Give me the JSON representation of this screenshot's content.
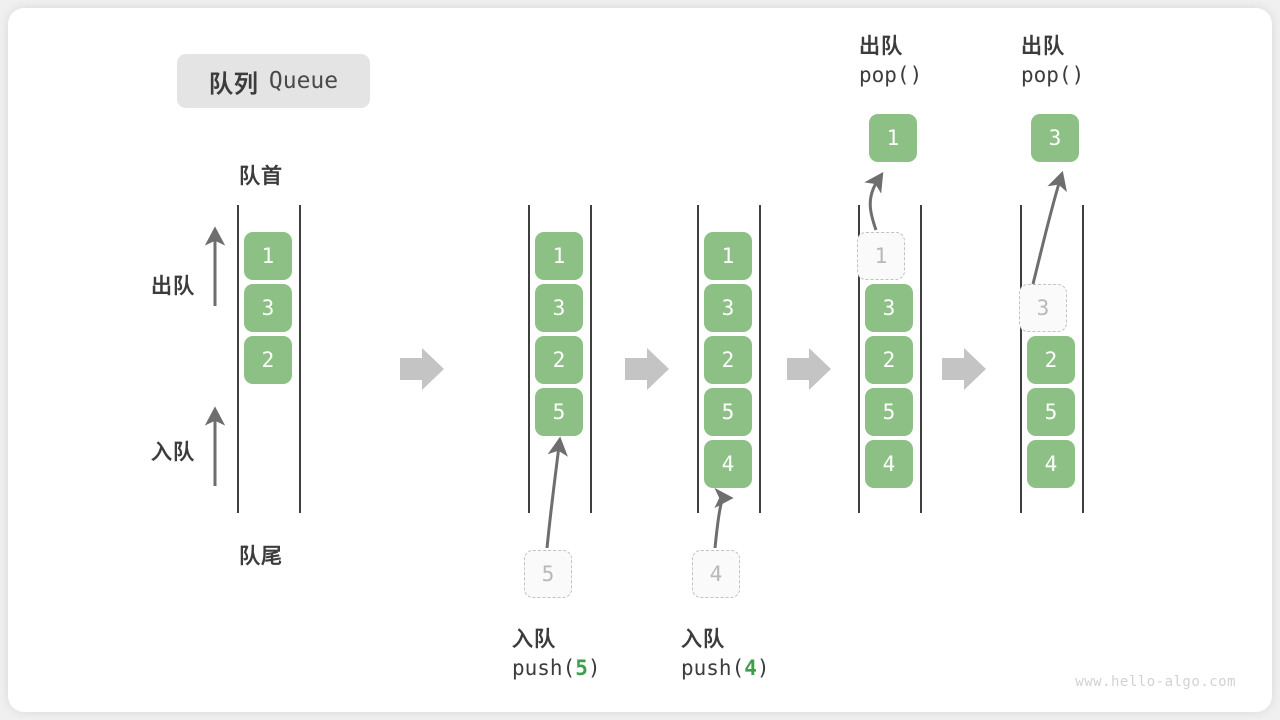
{
  "title": {
    "cn": "队列",
    "en": "Queue"
  },
  "labels": {
    "front": "队首",
    "rear": "队尾",
    "dequeue": "出队",
    "enqueue": "入队"
  },
  "watermark": "www.hello-algo.com",
  "colors": {
    "cell_fill": "#8cc084",
    "cell_text": "#ffffff",
    "ghost_fill": "#fafafa",
    "ghost_border": "#c2c2c2",
    "ghost_text": "#b8b8b8",
    "rail": "#3f3f3f",
    "arrow": "#6e6e6e",
    "step_arrow": "#c4c4c4",
    "accent_green": "#3f9e4d",
    "badge_bg": "#e4e4e4",
    "text": "#3c3c3c"
  },
  "columns": [
    {
      "name": "initial",
      "cells": [
        {
          "value": "1",
          "state": "filled"
        },
        {
          "value": "3",
          "state": "filled"
        },
        {
          "value": "2",
          "state": "filled"
        }
      ]
    },
    {
      "name": "after-push-5",
      "cells": [
        {
          "value": "1",
          "state": "filled"
        },
        {
          "value": "3",
          "state": "filled"
        },
        {
          "value": "2",
          "state": "filled"
        },
        {
          "value": "5",
          "state": "filled"
        }
      ],
      "incoming": {
        "value": "5",
        "state": "ghost"
      },
      "caption": {
        "cn": "入队",
        "code_prefix": "push(",
        "arg": "5",
        "code_suffix": ")"
      }
    },
    {
      "name": "after-push-4",
      "cells": [
        {
          "value": "1",
          "state": "filled"
        },
        {
          "value": "3",
          "state": "filled"
        },
        {
          "value": "2",
          "state": "filled"
        },
        {
          "value": "5",
          "state": "filled"
        },
        {
          "value": "4",
          "state": "filled"
        }
      ],
      "incoming": {
        "value": "4",
        "state": "ghost"
      },
      "caption": {
        "cn": "入队",
        "code_prefix": "push(",
        "arg": "4",
        "code_suffix": ")"
      }
    },
    {
      "name": "after-pop-1",
      "cells": [
        {
          "value": "1",
          "state": "ghost"
        },
        {
          "value": "3",
          "state": "filled"
        },
        {
          "value": "2",
          "state": "filled"
        },
        {
          "value": "5",
          "state": "filled"
        },
        {
          "value": "4",
          "state": "filled"
        }
      ],
      "popped": {
        "value": "1",
        "state": "filled"
      },
      "caption": {
        "cn": "出队",
        "code_prefix": "pop(",
        "arg": "",
        "code_suffix": ")"
      }
    },
    {
      "name": "after-pop-3",
      "cells": [
        {
          "value": "3",
          "state": "ghost"
        },
        {
          "value": "2",
          "state": "filled"
        },
        {
          "value": "5",
          "state": "filled"
        },
        {
          "value": "4",
          "state": "filled"
        }
      ],
      "popped": {
        "value": "3",
        "state": "filled"
      },
      "caption": {
        "cn": "出队",
        "code_prefix": "pop(",
        "arg": "",
        "code_suffix": ")"
      }
    }
  ]
}
